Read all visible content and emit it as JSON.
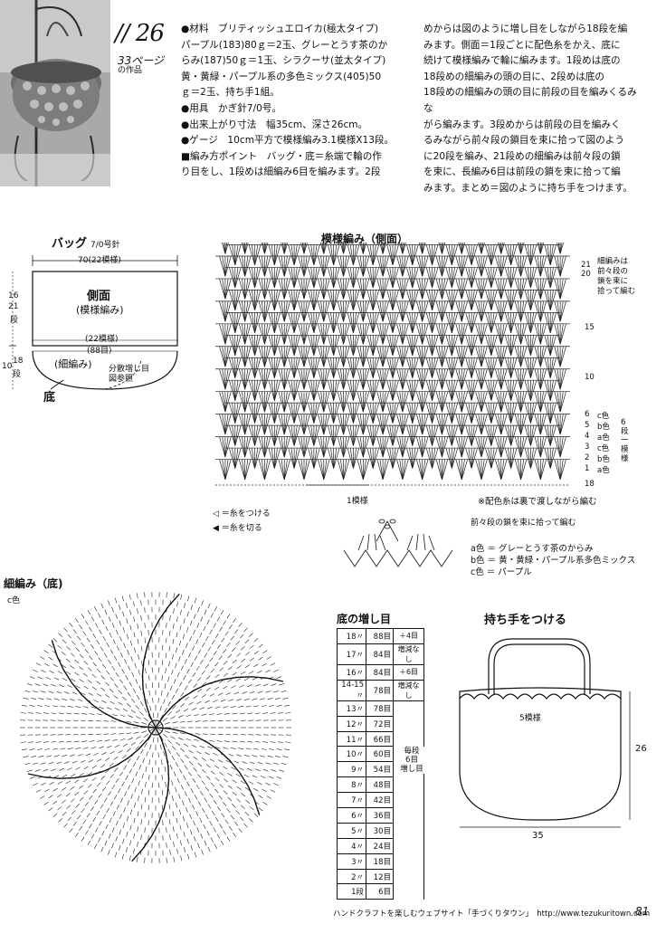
{
  "header": {
    "pattern_number": "26",
    "page_ref": "33ページ",
    "page_ref_sub": "の作品",
    "materials_text": "●材料　ブリティッシュエロイカ(極太タイプ)\nパープル(183)80ｇ＝2玉、グレーとうす茶のか\nらみ(187)50ｇ＝1玉、シラクーサ(並太タイプ)\n黄・黄緑・パープル系の多色ミックス(405)50\nｇ＝2玉、持ち手1組。\n●用具　かぎ針7/0号。\n●出来上がり寸法　幅35cm、深さ26cm。\n●ゲージ　10cm平方で模様編み3.1模様X13段。\n■編み方ポイント　バッグ・底＝糸端で輪の作\nり目をし、1段めは細編み6目を編みます。2段",
    "method_text": "めからは図のように増し目をしながら18段を編\nみます。側面＝1段ごとに配色糸をかえ、底に\n続けて模様編みで輪に編みます。1段めは底の\n18段めの細編みの頭の目に、2段めは底の\n18段めの細編みの頭の目に前段の目を編みくるみな\nがら編みます。3段めからは前段の目を編みく\nるみながら前々段の鎖目を束に拾って図のよう\nに20段を編み、21段めの細編みは前々段の鎖\nを束に、長編み6目は前段の鎖を束に拾って編\nみます。まとめ＝図のように持ち手をつけます。"
  },
  "bag": {
    "title": "バッグ",
    "needle": "7/0号針",
    "width_label": "70(22模様)",
    "side_label": "側面",
    "side_sub": "(模様編み)",
    "motifs_label": "(22模様)",
    "stitches_label": "(88目)",
    "bottom_label": "(細編み)",
    "inc_note": "分散増し目",
    "inc_note2": "図参照",
    "base_label": "底",
    "dim_side": "16",
    "dim_side_rows": "21",
    "dim_side_unit": "段",
    "dim_base": "10",
    "dim_base_rows": "18",
    "dim_base_unit": "段"
  },
  "motif": {
    "title": "模様編み（側面）",
    "one_repeat": "1模様",
    "note_color": "※配色糸は裏で渡しながら編む",
    "right_note": "細編みは\n前々段の\n鎖を束に\n拾って編む",
    "row_labels": [
      "21",
      "20",
      "15",
      "10",
      "6",
      "5",
      "4",
      "3",
      "2",
      "1",
      "18"
    ],
    "color_labels": [
      "c色",
      "b色",
      "a色",
      "c色",
      "b色",
      "a色"
    ],
    "six_rows": "6段一模様",
    "chain_note": "前々段の鎖を束に拾って編む"
  },
  "legend": {
    "attach": "＝糸をつける",
    "cut": "＝糸を切る",
    "a": "a色 ＝ グレーとうす茶のからみ",
    "b": "b色 ＝ 黄・黄緑・パープル系多色ミックス",
    "c": "c色 ＝ パープル"
  },
  "bottom": {
    "title": "細編み（底)",
    "color": "c色"
  },
  "increase_table": {
    "title": "底の増し目",
    "rows": [
      [
        "18〃",
        "88目",
        "＋4目"
      ],
      [
        "17〃",
        "84目",
        "増減なし"
      ],
      [
        "16〃",
        "84目",
        "＋6目"
      ],
      [
        "14-15〃",
        "78目",
        "増減なし"
      ],
      [
        "13〃",
        "78目",
        ""
      ],
      [
        "12〃",
        "72目",
        ""
      ],
      [
        "11〃",
        "66目",
        ""
      ],
      [
        "10〃",
        "60目",
        ""
      ],
      [
        "9〃",
        "54目",
        ""
      ],
      [
        "8〃",
        "48目",
        ""
      ],
      [
        "7〃",
        "42目",
        ""
      ],
      [
        "6〃",
        "36目",
        ""
      ],
      [
        "5〃",
        "30目",
        ""
      ],
      [
        "4〃",
        "24目",
        ""
      ],
      [
        "3〃",
        "18目",
        ""
      ],
      [
        "2〃",
        "12目",
        ""
      ],
      [
        "1段",
        "6目",
        ""
      ]
    ],
    "group_note": "毎段\n6目\n増し目"
  },
  "handle": {
    "title": "持ち手をつける",
    "motifs": "5模様",
    "height": "26",
    "width": "35"
  },
  "footer": {
    "site": "ハンドクラフトを楽しむウェブサイト「手づくりタウン」　http://www.tezukuritown.com",
    "page": "81"
  }
}
